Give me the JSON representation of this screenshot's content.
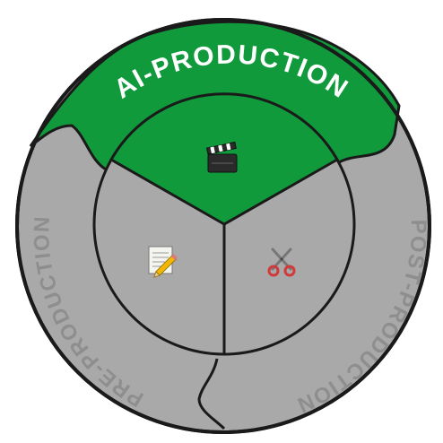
{
  "diagram": {
    "phases": [
      {
        "id": "ai-production",
        "label": "AI-PRODUCTION",
        "color": "#109a3c",
        "label_color": "#ffffff",
        "icon": "clapperboard-icon"
      },
      {
        "id": "post-production",
        "label": "POST-PRODUCTION",
        "color": "#a9a9a9",
        "label_color": "#8e8e8e",
        "icon": "scissors-icon"
      },
      {
        "id": "pre-production",
        "label": "PRE-PRODUCTION",
        "color": "#a9a9a9",
        "label_color": "#8e8e8e",
        "icon": "memo-pencil-icon"
      }
    ],
    "outline_color": "#1a1a1a"
  }
}
